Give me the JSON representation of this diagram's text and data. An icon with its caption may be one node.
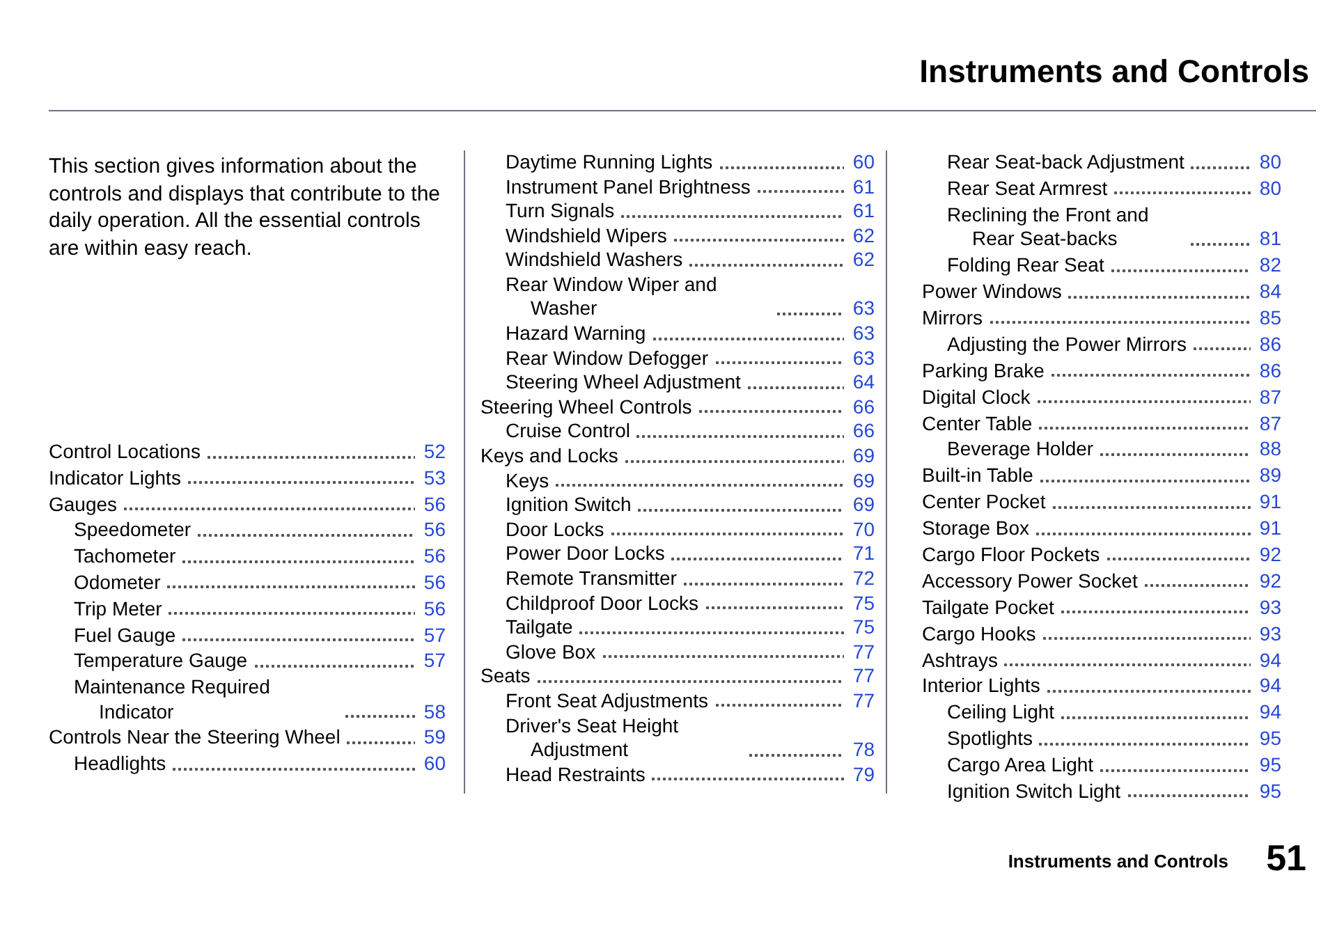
{
  "diagram": {
    "title": "Instruments and Controls",
    "labels": [
      "This section gives information about the controls and displays that contribute to the daily operation. All the essential controls are within easy reach.",
      "Control Locations",
      "52",
      "Indicator Lights",
      "53",
      "Gauges",
      "56",
      "Speedometer",
      "56",
      "Tachometer",
      "56",
      "Odometer",
      "56",
      "Trip Meter",
      "56",
      "Fuel Gauge",
      "57",
      "Temperature Gauge",
      "57",
      "Maintenance Required Indicator",
      "58",
      "Controls Near the Steering Wheel",
      "59",
      "Headlights",
      "60",
      "Daytime Running Lights",
      "60",
      "Instrument Panel Brightness",
      "61",
      "Turn Signals",
      "61",
      "Windshield Wipers",
      "62",
      "Windshield Washers",
      "62",
      "Rear Window Wiper and Washer",
      "63",
      "Hazard Warning",
      "63",
      "Rear Window Defogger",
      "63",
      "Steering Wheel Adjustment",
      "64",
      "Steering Wheel Controls",
      "66",
      "Cruise Control",
      "66",
      "Keys and Locks",
      "69",
      "Keys",
      "69",
      "Ignition Switch",
      "69",
      "Door Locks",
      "70",
      "Power Door Locks",
      "71",
      "Remote Transmitter",
      "72",
      "Childproof Door Locks",
      "75",
      "Tailgate",
      "75",
      "Glove Box",
      "77",
      "Seats",
      "77",
      "Front Seat Adjustments",
      "77",
      "Driver's Seat Height Adjustment",
      "78",
      "Head Restraints",
      "79",
      "Rear Seat-back Adjustment",
      "80",
      "Rear Seat Armrest",
      "80",
      "Reclining the Front and Rear Seat-backs",
      "81",
      "Folding Rear Seat",
      "82",
      "Power Windows",
      "84",
      "Mirrors",
      "85",
      "Adjusting the Power Mirrors",
      "86",
      "Parking Brake",
      "86",
      "Digital Clock",
      "87",
      "Center Table",
      "87",
      "Beverage Holder",
      "88",
      "Built-in Table",
      "89",
      "Center Pocket",
      "91",
      "Storage Box",
      "91",
      "Cargo Floor Pockets",
      "92",
      "Accessory Power Socket",
      "92",
      "Tailgate Pocket",
      "93",
      "Cargo Hooks",
      "93",
      "Ashtrays",
      "94",
      "Interior Lights",
      "94",
      "Ceiling Light",
      "94",
      "Spotlights",
      "95",
      "Cargo Area Light",
      "95",
      "Ignition Switch Light",
      "95",
      "Instruments and Controls",
      "51"
    ]
  }
}
